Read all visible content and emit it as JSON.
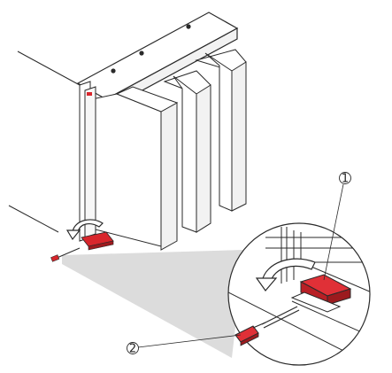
{
  "figure": {
    "description_type": "technical-installation-illustration",
    "callouts": [
      {
        "label": "1",
        "part": "red-floor-lock-block"
      },
      {
        "label": "2",
        "part": "red-release-pin"
      }
    ],
    "colors": {
      "line": "#2a2a2a",
      "accent_red": "#d8262c",
      "accent_red_dark": "#9c1a1e",
      "zoom_cone": "#dcdcdc",
      "panel_shade": "#f2f2f2"
    },
    "icons": [
      "rotate-arrow-icon",
      "rotate-arrow-icon-zoom"
    ]
  }
}
